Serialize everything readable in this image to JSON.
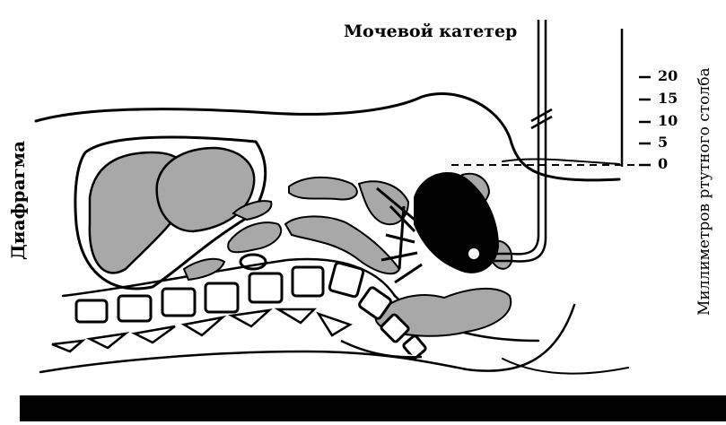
{
  "labels": {
    "catheter": "Мочевой катетер",
    "diaphragm": "Диафрагма",
    "scale_title": "Миллиметров ртутного столба"
  },
  "scale": {
    "ticks": [
      "20",
      "15",
      "10",
      "5",
      "0"
    ]
  },
  "colors": {
    "organ_fill": "#a8a8a8",
    "bladder_fill": "#000000",
    "line": "#000000"
  }
}
